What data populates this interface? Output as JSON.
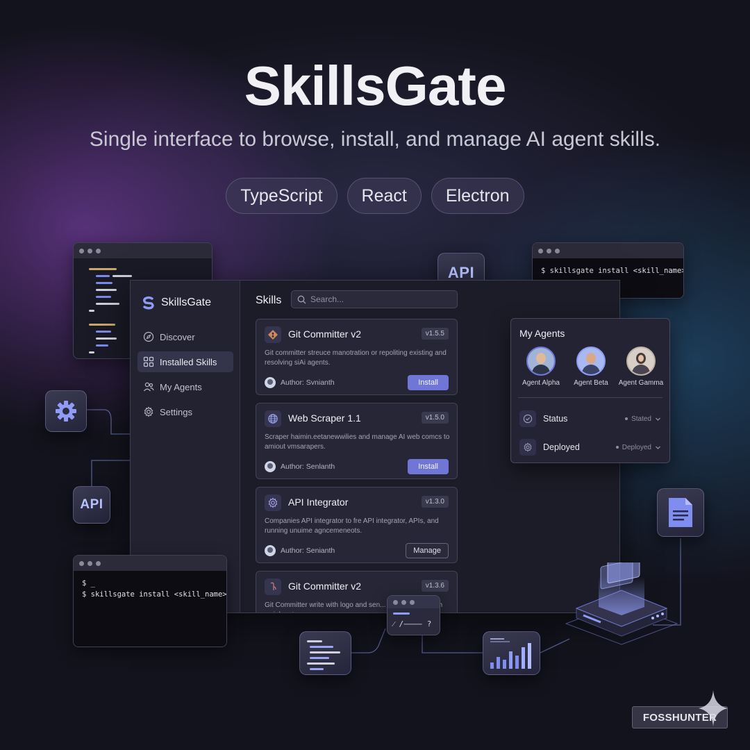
{
  "hero": {
    "title": "SkillsGate",
    "subtitle": "Single interface to browse, install, and manage AI agent skills.",
    "tags": [
      "TypeScript",
      "React",
      "Electron"
    ]
  },
  "app": {
    "brand": "SkillsGate",
    "nav": [
      {
        "label": "Discover",
        "icon": "compass-icon"
      },
      {
        "label": "Installed Skills",
        "icon": "grid-icon",
        "active": true
      },
      {
        "label": "My Agents",
        "icon": "users-icon"
      },
      {
        "label": "Settings",
        "icon": "gear-icon"
      }
    ],
    "content_title": "Skills",
    "search_placeholder": "Search...",
    "skills": [
      {
        "name": "Git Committer v2",
        "version": "v1.5.5",
        "description": "Git committer streuce manotration or repoliting existing and resolving siAi agents.",
        "author": "Author: Svnianth",
        "action": "Install",
        "icon": "git-icon"
      },
      {
        "name": "Web Scraper 1.1",
        "version": "v1.5.0",
        "description": "Scraper haimin.eetanewwilies and manage AI web comcs to amiout vmsarapers.",
        "author": "Author: Senlanth",
        "action": "Install",
        "icon": "globe-icon"
      },
      {
        "name": "API Integrator",
        "version": "v1.3.0",
        "description": "Companies API integrator to fre API integrator, APIs, and running unuime agncemeneots.",
        "author": "Author: Senianth",
        "action": "Manage",
        "icon": "gear-icon"
      },
      {
        "name": "Git Committer v2",
        "version": "v1.3.6",
        "description": "Git Committer write with logo and sen... noncarabana with waiolor staruv",
        "author": "",
        "action": "",
        "icon": "git-icon"
      }
    ]
  },
  "agents_panel": {
    "title": "My Agents",
    "agents": [
      "Agent Alpha",
      "Agent Beta",
      "Agent Gamma"
    ],
    "rows": [
      {
        "label": "Status",
        "value": "Stated",
        "icon": "check-circle-icon"
      },
      {
        "label": "Deployed",
        "value": "Deployed",
        "icon": "gear-icon"
      }
    ]
  },
  "decor": {
    "api_label": "API",
    "terminal_top": "$ skillsgate install <skill_name>",
    "terminal_bottom_line1": "$ _",
    "terminal_bottom_line2": "$ skillsgate install <skill_name>",
    "mini_prompt": "⁄ /⸻ ?"
  },
  "watermark": "FOSSHUNTER",
  "colors": {
    "accent": "#6f76d6",
    "background": "#13131d",
    "panel": "#232333"
  }
}
